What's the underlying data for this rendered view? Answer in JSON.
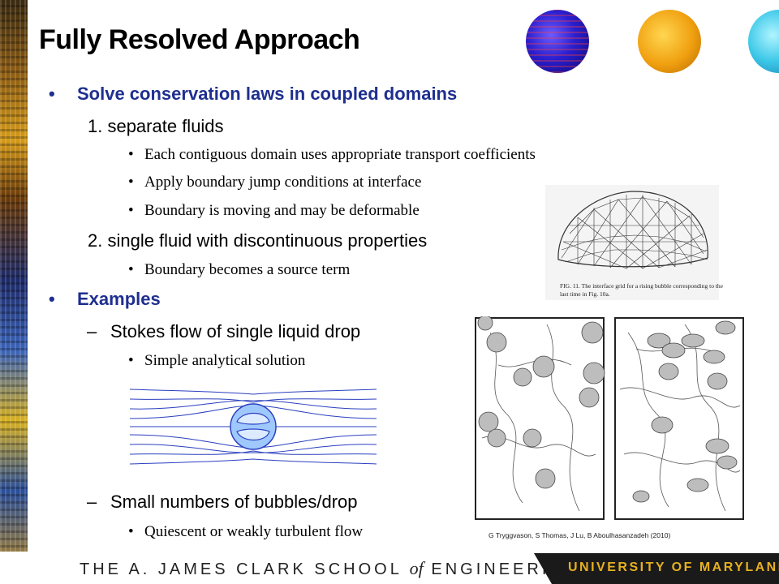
{
  "slide": {
    "title": "Fully Resolved Approach",
    "items": [
      {
        "marker": "•",
        "text": "Solve conservation laws in coupled domains"
      },
      {
        "marker": "",
        "text": "1. separate fluids"
      },
      {
        "marker": "•",
        "text": "Each contiguous domain uses appropriate transport coefficients"
      },
      {
        "marker": "•",
        "text": "Apply boundary jump conditions at interface"
      },
      {
        "marker": "•",
        "text": "Boundary is moving and may be deformable"
      },
      {
        "marker": "",
        "text": "2. single fluid with discontinuous properties"
      },
      {
        "marker": "•",
        "text": "Boundary becomes a source term"
      },
      {
        "marker": "•",
        "text": "Examples"
      },
      {
        "marker": "–",
        "text": "Stokes flow of single liquid drop"
      },
      {
        "marker": "•",
        "text": "Simple analytical solution"
      },
      {
        "marker": "–",
        "text": "Small numbers of bubbles/drop"
      },
      {
        "marker": "•",
        "text": "Quiescent or weakly turbulent flow"
      }
    ],
    "figure_caption_line1": "FIG. 11.  The interface grid for a rising bubble corresponding to the",
    "figure_caption_line2": "last time in Fig. 10a.",
    "credit": "G Tryggvason, S Thomas, J Lu, B Aboulhasanzadeh  (2010)"
  },
  "footer": {
    "school_pre": "THE A. JAMES CLARK SCHOOL",
    "school_of": "of",
    "school_post": "ENGINEERING",
    "university": "UNIVERSITY OF MARYLAND"
  },
  "colors": {
    "heading_blue": "#1f2f8f",
    "footer_gold": "#e6b020",
    "footer_dark": "#1a1a1a",
    "streamline": "#2a3fbf",
    "drop_fill": "#9fc8ff"
  }
}
